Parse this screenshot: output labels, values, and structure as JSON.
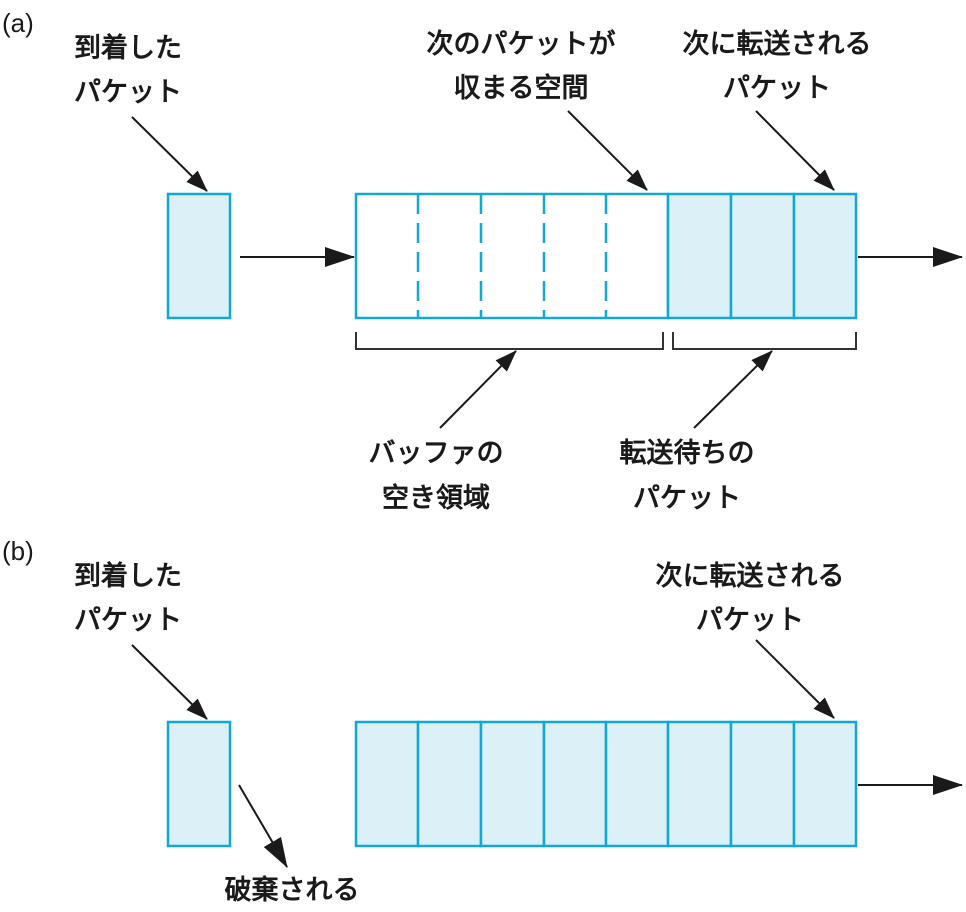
{
  "colors": {
    "packet_stroke": "#11a8d6",
    "packet_fill": "#dcf0f7",
    "empty_fill": "#ffffff",
    "arrow": "#1a1a1a"
  },
  "panel_a": {
    "tag": "(a)",
    "arrived_packet": [
      "到着した",
      "パケット"
    ],
    "next_space": [
      "次のパケットが",
      "収まる空間"
    ],
    "next_transmit": [
      "次に転送される",
      "パケット"
    ],
    "free_space": [
      "バッファの",
      "空き領域"
    ],
    "waiting": [
      "転送待ちの",
      "パケット"
    ],
    "buffer": {
      "total_slots": 8,
      "empty_slots": 5,
      "filled_slots": 3
    }
  },
  "panel_b": {
    "tag": "(b)",
    "arrived_packet": [
      "到着した",
      "パケット"
    ],
    "next_transmit": [
      "次に転送される",
      "パケット"
    ],
    "discarded": "破棄される",
    "buffer": {
      "total_slots": 8,
      "empty_slots": 0,
      "filled_slots": 8
    }
  }
}
